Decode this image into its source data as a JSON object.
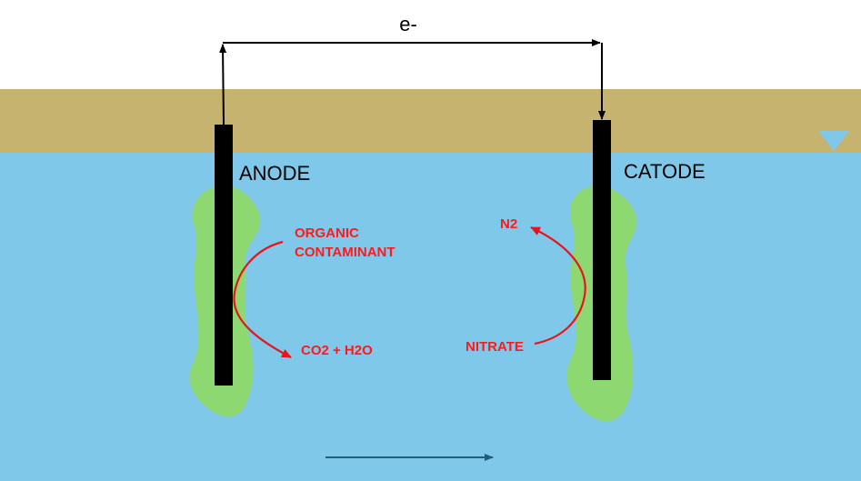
{
  "diagram": {
    "electron_label": "e-",
    "anode_label": "ANODE",
    "cathode_label": "CATODE",
    "anode_reactant_line1": "ORGANIC",
    "anode_reactant_line2": "CONTAMINANT",
    "anode_product": "CO2 + H2O",
    "cathode_reactant": "NITRATE",
    "cathode_product": "N2"
  },
  "colors": {
    "sky": "#ffffff",
    "soil": "#c6b370",
    "water": "#80c8ea",
    "biofilm": "#8ed872",
    "electrode": "#000000",
    "wire": "#000000",
    "reaction_arrow": "#e8141c",
    "flow_arrow": "#1f5f7a",
    "water_table_marker": "#80c8ea"
  }
}
